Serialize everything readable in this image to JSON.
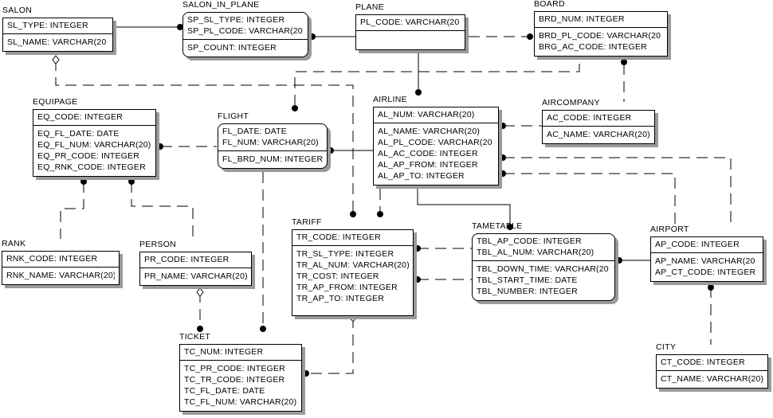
{
  "diagram": {
    "type": "entity-relationship",
    "entities": [
      {
        "id": "salon",
        "name": "SALON",
        "pk": [
          "SL_TYPE: INTEGER"
        ],
        "attrs": [
          "SL_NAME: VARCHAR(20"
        ]
      },
      {
        "id": "salon_in_plane",
        "name": "SALON_IN_PLANE",
        "pk": [
          "SP_SL_TYPE: INTEGER",
          "SP_PL_CODE: VARCHAR(20"
        ],
        "attrs": [
          "SP_COUNT: INTEGER"
        ]
      },
      {
        "id": "plane",
        "name": "PLANE",
        "pk": [
          "PL_CODE: VARCHAR(20"
        ],
        "attrs": []
      },
      {
        "id": "board",
        "name": "BOARD",
        "pk": [
          "BRD_NUM: INTEGER"
        ],
        "attrs": [
          "BRD_PL_CODE: VARCHAR(20",
          "BRG_AC_CODE: INTEGER"
        ]
      },
      {
        "id": "equipage",
        "name": "EQUIPAGE",
        "pk": [
          "EQ_CODE: INTEGER"
        ],
        "attrs": [
          "EQ_FL_DATE: DATE",
          "EQ_FL_NUM: VARCHAR(20)",
          "EQ_PR_CODE: INTEGER",
          "EQ_RNK_CODE: INTEGER"
        ]
      },
      {
        "id": "flight",
        "name": "FLIGHT",
        "pk": [
          "FL_DATE: DATE",
          "FL_NUM: VARCHAR(20)"
        ],
        "attrs": [
          "FL_BRD_NUM: INTEGER"
        ]
      },
      {
        "id": "airline",
        "name": "AIRLINE",
        "pk": [
          "AL_NUM: VARCHAR(20)"
        ],
        "attrs": [
          "AL_NAME: VARCHAR(20)",
          "AL_PL_CODE: VARCHAR(20",
          "AL_AC_CODE: INTEGER",
          "AL_AP_FROM: INTEGER",
          "AL_AP_TO: INTEGER"
        ]
      },
      {
        "id": "aircompany",
        "name": "AIRCOMPANY",
        "pk": [
          "AC_CODE: INTEGER"
        ],
        "attrs": [
          "AC_NAME: VARCHAR(20)"
        ]
      },
      {
        "id": "rank",
        "name": "RANK",
        "pk": [
          "RNK_CODE: INTEGER"
        ],
        "attrs": [
          "RNK_NAME: VARCHAR(20)"
        ]
      },
      {
        "id": "person",
        "name": "PERSON",
        "pk": [
          "PR_CODE: INTEGER"
        ],
        "attrs": [
          "PR_NAME: VARCHAR(20)"
        ]
      },
      {
        "id": "tariff",
        "name": "TARIFF",
        "pk": [
          "TR_CODE: INTEGER"
        ],
        "attrs": [
          "TR_SL_TYPE: INTEGER",
          "TR_AL_NUM: VARCHAR(20)",
          "TR_COST: INTEGER",
          "TR_AP_FROM: INTEGER",
          "TR_AP_TO: INTEGER"
        ]
      },
      {
        "id": "tametable",
        "name": "TAMETABLE",
        "pk": [
          "TBL_AP_CODE: INTEGER",
          "TBL_AL_NUM: VARCHAR(20)"
        ],
        "attrs": [
          "TBL_DOWN_TIME: VARCHAR(20",
          "TBL_START_TIME: DATE",
          "TBL_NUMBER: INTEGER"
        ]
      },
      {
        "id": "airport",
        "name": "AIRPORT",
        "pk": [
          "AP_CODE: INTEGER"
        ],
        "attrs": [
          "AP_NAME: VARCHAR(20",
          "AP_CT_CODE: INTEGER"
        ]
      },
      {
        "id": "city",
        "name": "CITY",
        "pk": [
          "CT_CODE: INTEGER"
        ],
        "attrs": [
          "CT_NAME: VARCHAR(20)"
        ]
      },
      {
        "id": "ticket",
        "name": "TICKET",
        "pk": [
          "TC_NUM: INTEGER"
        ],
        "attrs": [
          "TC_PR_CODE: INTEGER",
          "TC_TR_CODE: INTEGER",
          "TC_FL_DATE: DATE",
          "TC_FL_NUM: VARCHAR(20)"
        ]
      }
    ],
    "relationships": [
      {
        "from": "salon",
        "to": "salon_in_plane",
        "identifying": true
      },
      {
        "from": "plane",
        "to": "salon_in_plane",
        "identifying": true
      },
      {
        "from": "plane",
        "to": "board",
        "identifying": false
      },
      {
        "from": "plane",
        "to": "airline",
        "identifying": true
      },
      {
        "from": "board",
        "to": "flight",
        "identifying": false
      },
      {
        "from": "aircompany",
        "to": "board",
        "identifying": false
      },
      {
        "from": "aircompany",
        "to": "airline",
        "identifying": false
      },
      {
        "from": "salon",
        "to": "tariff",
        "identifying": false
      },
      {
        "from": "flight",
        "to": "equipage",
        "identifying": false
      },
      {
        "from": "airline",
        "to": "flight",
        "identifying": true
      },
      {
        "from": "rank",
        "to": "equipage",
        "identifying": false
      },
      {
        "from": "person",
        "to": "equipage",
        "identifying": false
      },
      {
        "from": "airline",
        "to": "tariff",
        "identifying": false
      },
      {
        "from": "airline",
        "to": "tametable",
        "identifying": true
      },
      {
        "from": "airport",
        "to": "airline",
        "identifying": false
      },
      {
        "from": "airport",
        "to": "airline",
        "identifying": false
      },
      {
        "from": "airport",
        "to": "tametable",
        "identifying": true
      },
      {
        "from": "airport",
        "to": "tariff",
        "identifying": false
      },
      {
        "from": "airport",
        "to": "tariff",
        "identifying": false
      },
      {
        "from": "city",
        "to": "airport",
        "identifying": false
      },
      {
        "from": "person",
        "to": "ticket",
        "identifying": false
      },
      {
        "from": "flight",
        "to": "ticket",
        "identifying": false
      },
      {
        "from": "tariff",
        "to": "ticket",
        "identifying": false
      }
    ]
  }
}
